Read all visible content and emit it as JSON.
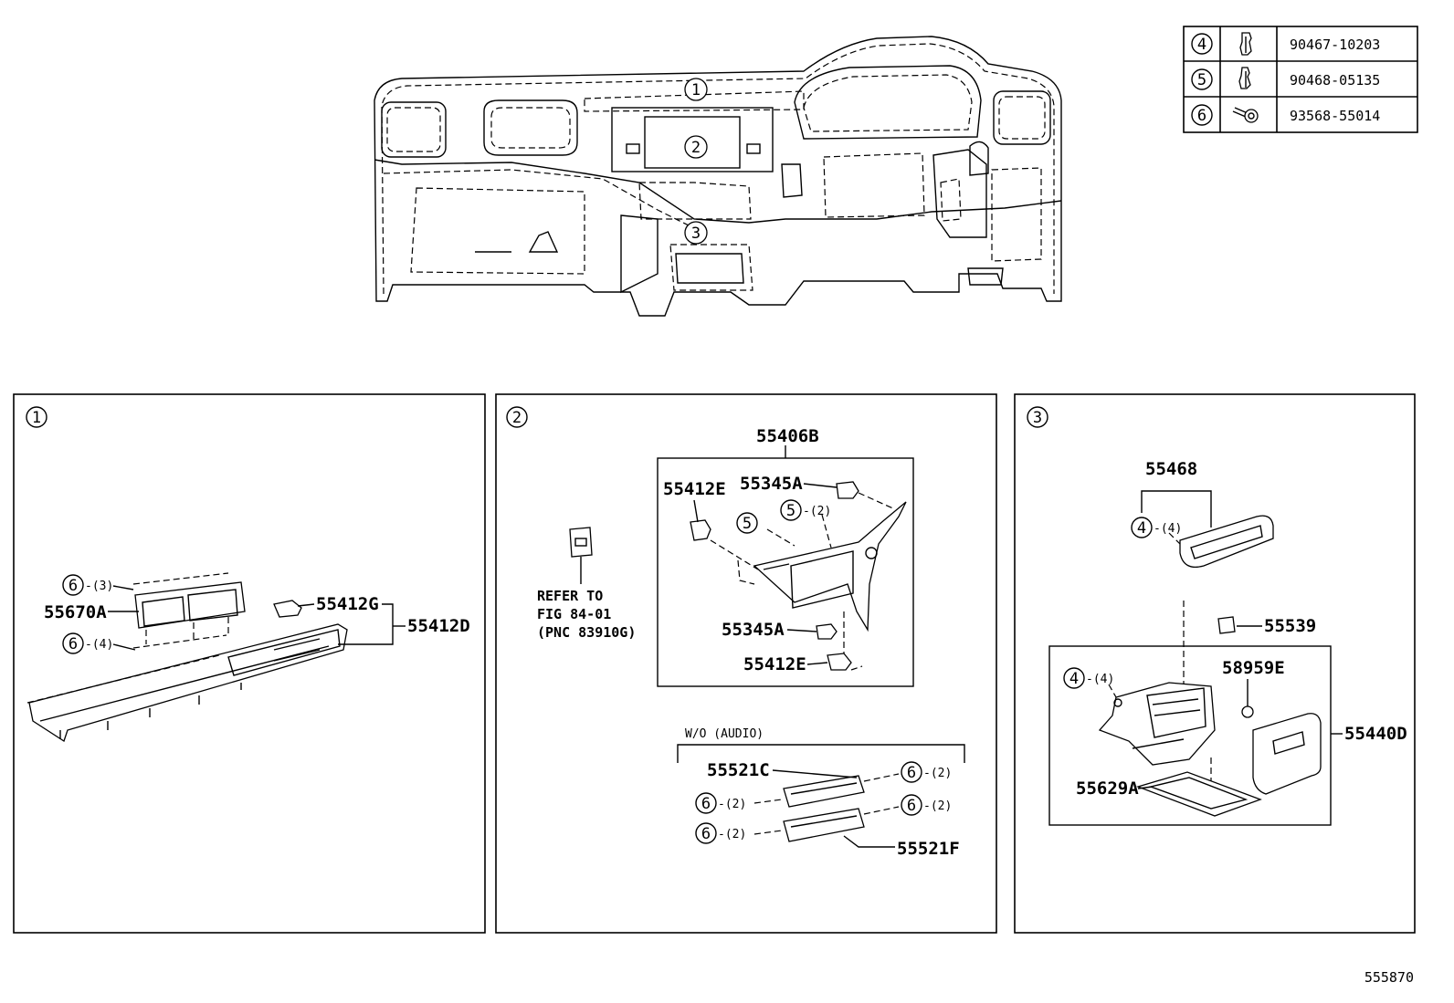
{
  "fasteners": [
    {
      "ref": "4",
      "part": "90467-10203"
    },
    {
      "ref": "5",
      "part": "90468-05135"
    },
    {
      "ref": "6",
      "part": "93568-55014"
    }
  ],
  "overview": {
    "callouts": [
      "1",
      "2",
      "3"
    ]
  },
  "panel1": {
    "ref": "1",
    "labels": {
      "p55670A": "55670A",
      "p55412G": "55412G",
      "p55412D": "55412D",
      "qty3": "-(3)",
      "qty4": "-(4)",
      "r6a": "6",
      "r6b": "6"
    }
  },
  "panel2": {
    "ref": "2",
    "labels": {
      "p55406B": "55406B",
      "p55412E_top": "55412E",
      "p55345A_top": "55345A",
      "p55345A_bot": "55345A",
      "p55412E_bot": "55412E",
      "r5a": "5",
      "r5b": "5",
      "qty5": "-(2)",
      "refer1": "REFER TO",
      "refer2": "FIG 84-01",
      "refer3": "(PNC 83910G)",
      "wo_audio": "W/O (AUDIO)",
      "p55521C": "55521C",
      "p55521F": "55521F",
      "q1": "-(2)",
      "q2": "-(2)",
      "q3": "-(2)",
      "q4": "-(2)"
    }
  },
  "panel3": {
    "ref": "3",
    "labels": {
      "p55468": "55468",
      "qty4a": "-(4)",
      "p55539": "55539",
      "p58959E": "58959E",
      "qty4b": "-(4)",
      "p55440D": "55440D",
      "p55629A": "55629A"
    }
  },
  "figure_number": "555870"
}
